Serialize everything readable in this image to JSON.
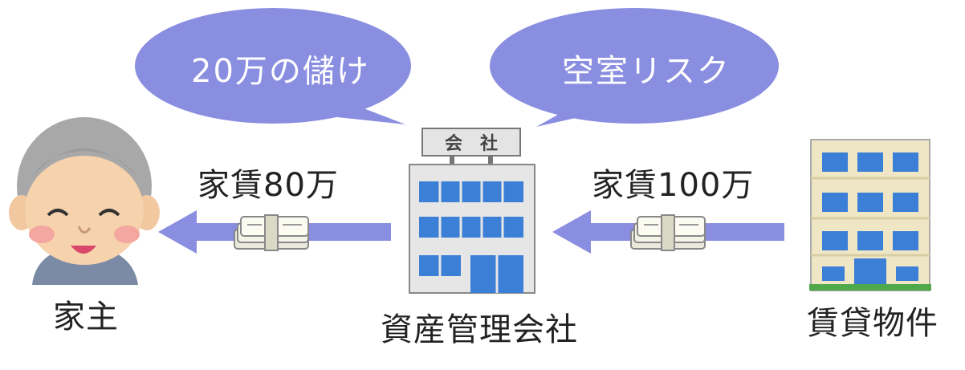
{
  "bubbles": {
    "left": "20万の儲け",
    "right": "空室リスク"
  },
  "flows": {
    "left_rent": "家賃80万",
    "right_rent": "家賃100万"
  },
  "actors": {
    "owner": "家主",
    "company": "資産管理会社",
    "property": "賃貸物件",
    "company_sign": "会　社"
  },
  "colors": {
    "bubble": "#8a8ee0",
    "arrow": "#8a8ee0"
  }
}
